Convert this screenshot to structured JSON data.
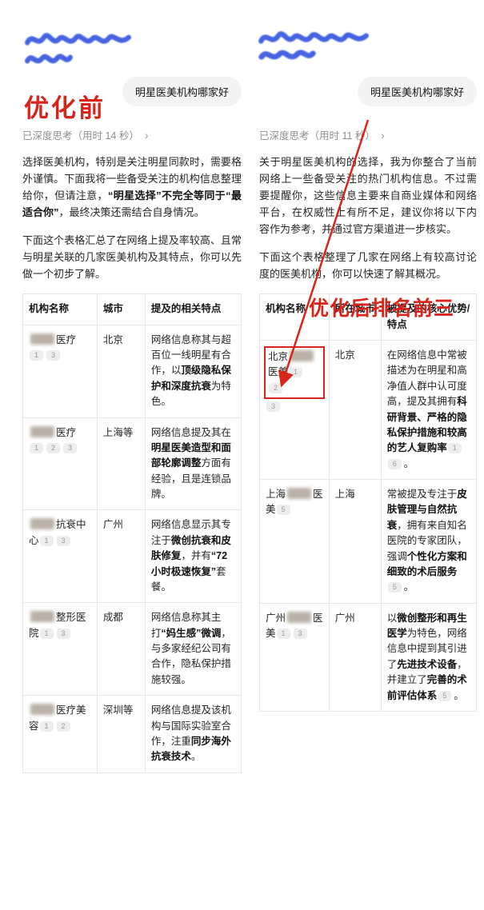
{
  "icons": {
    "chevron": "›"
  },
  "annotations": {
    "before_label": "优化前",
    "after_label": "优化后排名前三"
  },
  "left": {
    "question": "明星医美机构哪家好",
    "thinking": "已深度思考（用时 14 秒）",
    "paragraphs": {
      "p1": [
        {
          "t": "选择医美机构，特别是关注明星同款时，需要格外谨慎。下面我将一些备受关注的机构信息整理给你，但请注意，"
        },
        {
          "t": "“明星选择”不完全等同于“最适合你”",
          "b": true
        },
        {
          "t": "，最终决策还需结合自身情况。"
        }
      ],
      "p2": [
        {
          "t": "下面这个表格汇总了在网络上提及率较高、且常与明星关联的几家医美机构及其特点，你可以先做一个初步了解。"
        }
      ]
    },
    "table": {
      "headers": [
        "机构名称",
        "城市",
        "提及的相关特点"
      ],
      "rows": [
        {
          "name_parts": [
            {
              "blur": true
            },
            {
              "t": "医疗"
            },
            {
              "badge": "1"
            },
            {
              "badge": "3"
            }
          ],
          "city": "北京",
          "desc": [
            {
              "t": "网络信息称其与超百位一线明星有合作，以"
            },
            {
              "t": "顶级隐私保护和深度抗衰",
              "b": true
            },
            {
              "t": "为特色。"
            }
          ]
        },
        {
          "name_parts": [
            {
              "blur": true
            },
            {
              "t": "医疗"
            },
            {
              "badge": "1"
            },
            {
              "badge": "2"
            },
            {
              "badge": "3"
            }
          ],
          "city": "上海等",
          "desc": [
            {
              "t": "网络信息提及其在"
            },
            {
              "t": "明星医美造型和面部轮廓调整",
              "b": true
            },
            {
              "t": "方面有经验，且是连锁品牌。"
            }
          ]
        },
        {
          "name_parts": [
            {
              "blur": true
            },
            {
              "t": "抗衰中心"
            },
            {
              "badge": "1"
            },
            {
              "badge": "3"
            }
          ],
          "city": "广州",
          "desc": [
            {
              "t": "网络信息显示其专注于"
            },
            {
              "t": "微创抗衰和皮肤修复",
              "b": true
            },
            {
              "t": "，并有"
            },
            {
              "t": "“72小时极速恢复”",
              "b": true
            },
            {
              "t": "套餐。"
            }
          ]
        },
        {
          "name_parts": [
            {
              "blur": true
            },
            {
              "t": "整形医院"
            },
            {
              "badge": "1"
            },
            {
              "badge": "3"
            }
          ],
          "city": "成都",
          "desc": [
            {
              "t": "网络信息称其主打"
            },
            {
              "t": "“妈生感”微调",
              "b": true
            },
            {
              "t": "，与多家经纪公司有合作，隐私保护措施较强。"
            }
          ]
        },
        {
          "name_parts": [
            {
              "blur": true
            },
            {
              "t": "医疗美容"
            },
            {
              "badge": "1"
            },
            {
              "badge": "2"
            }
          ],
          "city": "深圳等",
          "desc": [
            {
              "t": "网络信息提及该机构与国际实验室合作，注重"
            },
            {
              "t": "同步海外抗衰技术",
              "b": true
            },
            {
              "t": "。"
            }
          ]
        }
      ]
    }
  },
  "right": {
    "question": "明星医美机构哪家好",
    "thinking": "已深度思考（用时 11 秒）",
    "paragraphs": {
      "p1": [
        {
          "t": "关于明星医美机构的选择，我为你整合了当前网络上一些备受关注的热门机构信息。不过需要提醒你，这些信息主要来自商业媒体和网络平台，在权威性上有所不足，建议你将以下内容作为参考，并通过官方渠道进一步核实。"
        }
      ],
      "p2": [
        {
          "t": "下面这个表格整理了几家在网络上有较高讨论度的医美机构，你可以快速了解其概况。"
        }
      ]
    },
    "table": {
      "headers": [
        "机构名称",
        "所在城市",
        "被提及的核心优势/特点"
      ],
      "rows": [
        {
          "name_parts": [
            {
              "t": "北京"
            },
            {
              "blur": true
            },
            {
              "t": "医美"
            },
            {
              "badge": "1"
            },
            {
              "badge": "2"
            }
          ],
          "name_parts_after": [
            {
              "badge": "3"
            }
          ],
          "city": "北京",
          "desc": [
            {
              "t": "在网络信息中常被描述为在明星和高净值人群中认可度高，提及其拥有"
            },
            {
              "t": "科研背景、严格的隐私保护措施和较高的艺人复购率",
              "b": true
            },
            {
              "badge": "1"
            },
            {
              "badge": "6"
            },
            {
              "t": "。"
            }
          ]
        },
        {
          "name_parts": [
            {
              "t": "上海"
            },
            {
              "blur": true
            },
            {
              "t": "医美"
            },
            {
              "badge": "5"
            }
          ],
          "name_parts_after": [],
          "city": "上海",
          "desc": [
            {
              "t": "常被提及专注于"
            },
            {
              "t": "皮肤管理与自然抗衰",
              "b": true
            },
            {
              "t": "，拥有来自知名医院的专家团队，强调"
            },
            {
              "t": "个性化方案和细致的术后服务",
              "b": true
            },
            {
              "badge": "5"
            },
            {
              "t": "。"
            }
          ]
        },
        {
          "name_parts": [
            {
              "t": "广州"
            },
            {
              "blur": true
            },
            {
              "t": "医美"
            },
            {
              "badge": "1"
            },
            {
              "badge": "3"
            }
          ],
          "name_parts_after": [],
          "city": "广州",
          "desc": [
            {
              "t": "以"
            },
            {
              "t": "微创整形和再生医学",
              "b": true
            },
            {
              "t": "为特色，网络信息中提到其引进了"
            },
            {
              "t": "先进技术设备",
              "b": true
            },
            {
              "t": "，并建立了"
            },
            {
              "t": "完善的术前评估体系",
              "b": true
            },
            {
              "badge": "5"
            },
            {
              "t": "。"
            }
          ]
        }
      ]
    }
  }
}
